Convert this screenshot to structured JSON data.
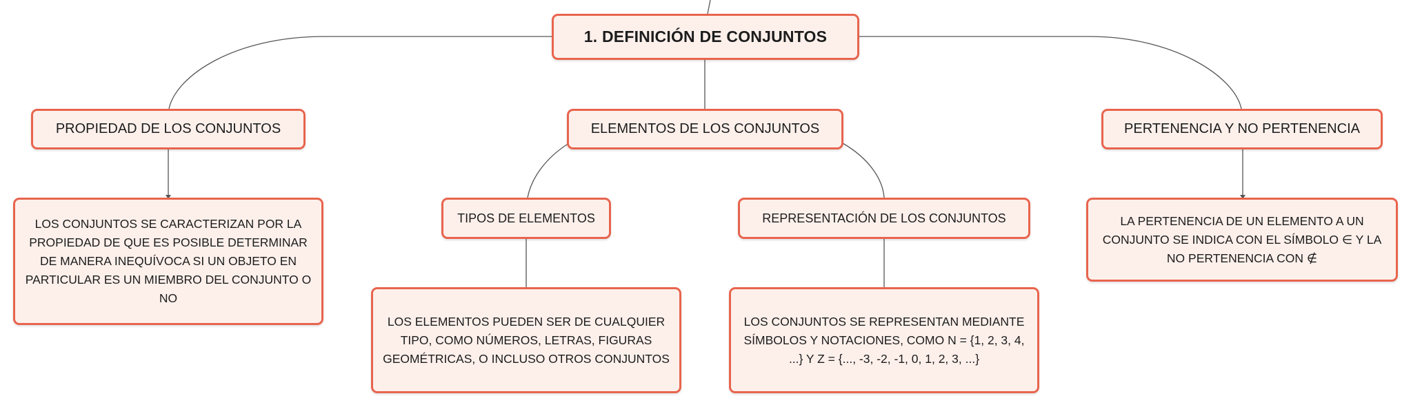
{
  "nodes": {
    "root": "1. DEFINICIÓN DE CONJUNTOS",
    "propiedad": "PROPIEDAD DE LOS CONJUNTOS",
    "elementos": "ELEMENTOS DE LOS CONJUNTOS",
    "pertenencia": "PERTENENCIA Y NO PERTENENCIA",
    "tipos": "TIPOS DE ELEMENTOS",
    "representacion": "REPRESENTACIÓN DE LOS CONJUNTOS",
    "propiedad_desc": "LOS CONJUNTOS SE CARACTERIZAN POR LA PROPIEDAD DE QUE ES POSIBLE DETERMINAR DE MANERA INEQUÍVOCA SI UN OBJETO EN PARTICULAR ES UN MIEMBRO DEL CONJUNTO O NO",
    "tipos_desc": "LOS ELEMENTOS PUEDEN SER DE CUALQUIER TIPO, COMO NÚMEROS, LETRAS, FIGURAS GEOMÉTRICAS, O INCLUSO OTROS CONJUNTOS",
    "representacion_desc": "LOS CONJUNTOS SE REPRESENTAN MEDIANTE SÍMBOLOS Y NOTACIONES, COMO N = {1, 2, 3, 4, ...} Y Z = {..., -3, -2, -1, 0, 1, 2, 3, ...}",
    "pertenencia_desc": "LA PERTENENCIA DE UN ELEMENTO A UN CONJUNTO SE INDICA CON EL SÍMBOLO ∈ Y LA NO PERTENENCIA CON ∉"
  },
  "colors": {
    "border": "#e8644d",
    "fill": "#fdf0eb",
    "line": "#555555"
  }
}
